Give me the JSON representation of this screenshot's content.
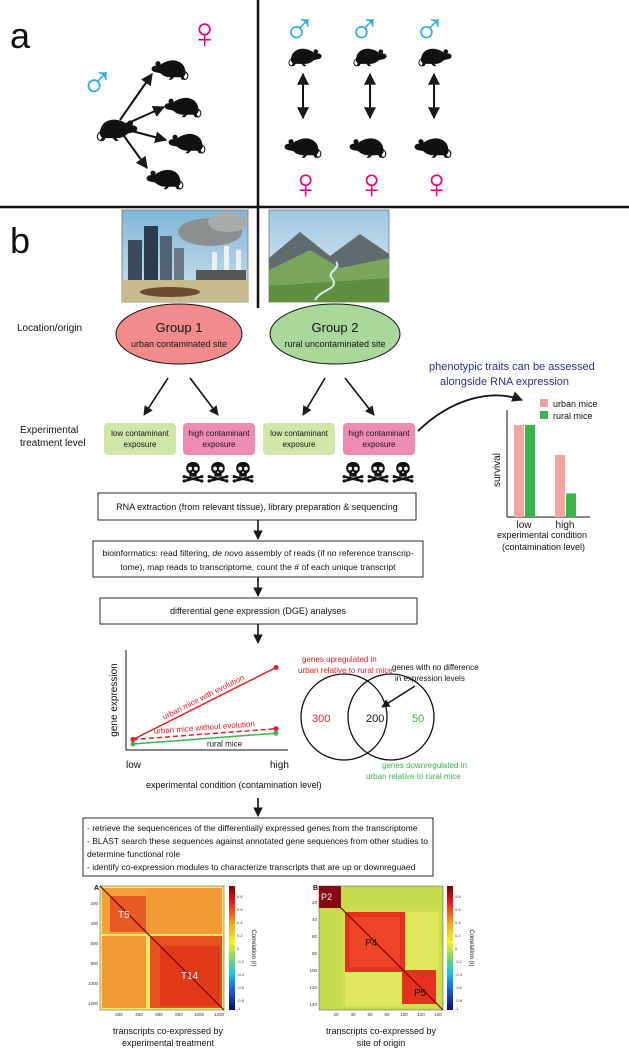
{
  "panel_a": {
    "label": "a",
    "male_symbol": "♂",
    "female_symbol": "♀",
    "male_color": "#29abe2",
    "female_color": "#e6007e"
  },
  "panel_b": {
    "label": "b",
    "location_label": "Location/origin",
    "treatment_label_1": "Experimental",
    "treatment_label_2": "treatment level",
    "group1": {
      "title": "Group 1",
      "subtitle": "urban contaminated site",
      "color": "#f28b8b"
    },
    "group2": {
      "title": "Group 2",
      "subtitle": "rural uncontaminated site",
      "color": "#a8d89a"
    },
    "low_box_1": "low contaminant",
    "low_box_2": "exposure",
    "high_box_1": "high contaminant",
    "high_box_2": "exposure",
    "low_color": "#cfe8a8",
    "high_color": "#f08cb4",
    "step_rna": "RNA extraction (from relevant tissue), library preparation & sequencing",
    "step_bio_1a": "bioinformatics: read filtering, ",
    "step_bio_1b": "de novo",
    "step_bio_1c": " assembly of reads (if no reference transcrip-",
    "step_bio_2": "tome), map reads to transcriptome, count the # of each unique transcript",
    "step_dge": "differential gene expression (DGE) analyses",
    "step_final": [
      "- retrieve the sequencences of the differentially expressed genes from the transcriptome",
      "- BLAST search these sequences against annotated gene sequences from other studies to",
      "determine functional role",
      "- identify co-expression modules to characterize transcripts that are up or downreguaed"
    ],
    "phenotype_note_1": "phenotypic traits can be assessed",
    "phenotype_note_2": "alongside RNA expression",
    "note_color": "#2e3192"
  },
  "chart_data": [
    {
      "type": "bar",
      "categories": [
        "low",
        "high"
      ],
      "series": [
        {
          "name": "urban mice",
          "values": [
            0.86,
            0.58
          ],
          "color": "#f4a3a3"
        },
        {
          "name": "rural mice",
          "values": [
            0.86,
            0.22
          ],
          "color": "#39b54a"
        }
      ],
      "ylabel": "survival",
      "xlabel_1": "experimental condition",
      "xlabel_2": "(contamination level)",
      "ylim": [
        0,
        1
      ],
      "legend": "top-right"
    },
    {
      "type": "line",
      "categories": [
        "low",
        "high"
      ],
      "series": [
        {
          "name": "urban mice with evolution",
          "values": [
            0.05,
            0.85
          ],
          "color": "#e31e24",
          "dash": false
        },
        {
          "name": "urban mice without evolution",
          "values": [
            0.05,
            0.17
          ],
          "color": "#e31e24",
          "dash": true
        },
        {
          "name": "rural mice",
          "values": [
            0.0,
            0.12
          ],
          "color": "#39b54a",
          "dash": false
        }
      ],
      "ylabel": "gene expression",
      "xlabel": "experimental condition (contamination level)",
      "ylim": [
        0,
        1
      ]
    }
  ],
  "venn": {
    "upregulated_1": "genes upregulated in",
    "upregulated_2": "urban relative to rural mice",
    "no_diff_1": "genes with no difference",
    "no_diff_2": "in expression levels",
    "down_1": "genes downregulated in",
    "down_2": "urban relative to rural mice",
    "left_count": "300",
    "mid_count": "200",
    "right_count": "50",
    "up_color": "#e31e24",
    "down_color": "#39b54a"
  },
  "heatmaps": {
    "A": {
      "panel": "A",
      "modules": [
        "T5",
        "T14"
      ],
      "ticks_y": [
        "200",
        "400",
        "600",
        "800",
        "1000",
        "1200"
      ],
      "ticks_x": [
        "200",
        "400",
        "600",
        "800",
        "1000",
        "1200"
      ],
      "caption_1": "transcripts co-expressed by",
      "caption_2": "experimental treatment"
    },
    "B": {
      "panel": "B",
      "modules": [
        "P2",
        "P4",
        "P5"
      ],
      "ticks_y": [
        "20",
        "40",
        "60",
        "80",
        "100",
        "120",
        "140"
      ],
      "ticks_x": [
        "20",
        "40",
        "60",
        "80",
        "100",
        "120",
        "140"
      ],
      "caption_1": "transcripts co-expressed by",
      "caption_2": "site of origin"
    },
    "colorbar_label": "Correlation (r)",
    "colorbar_ticks": [
      "0.8",
      "0.6",
      "0.4",
      "0.2",
      "0",
      "-0.2",
      "-0.4",
      "-0.6",
      "-0.8",
      "-1"
    ]
  }
}
